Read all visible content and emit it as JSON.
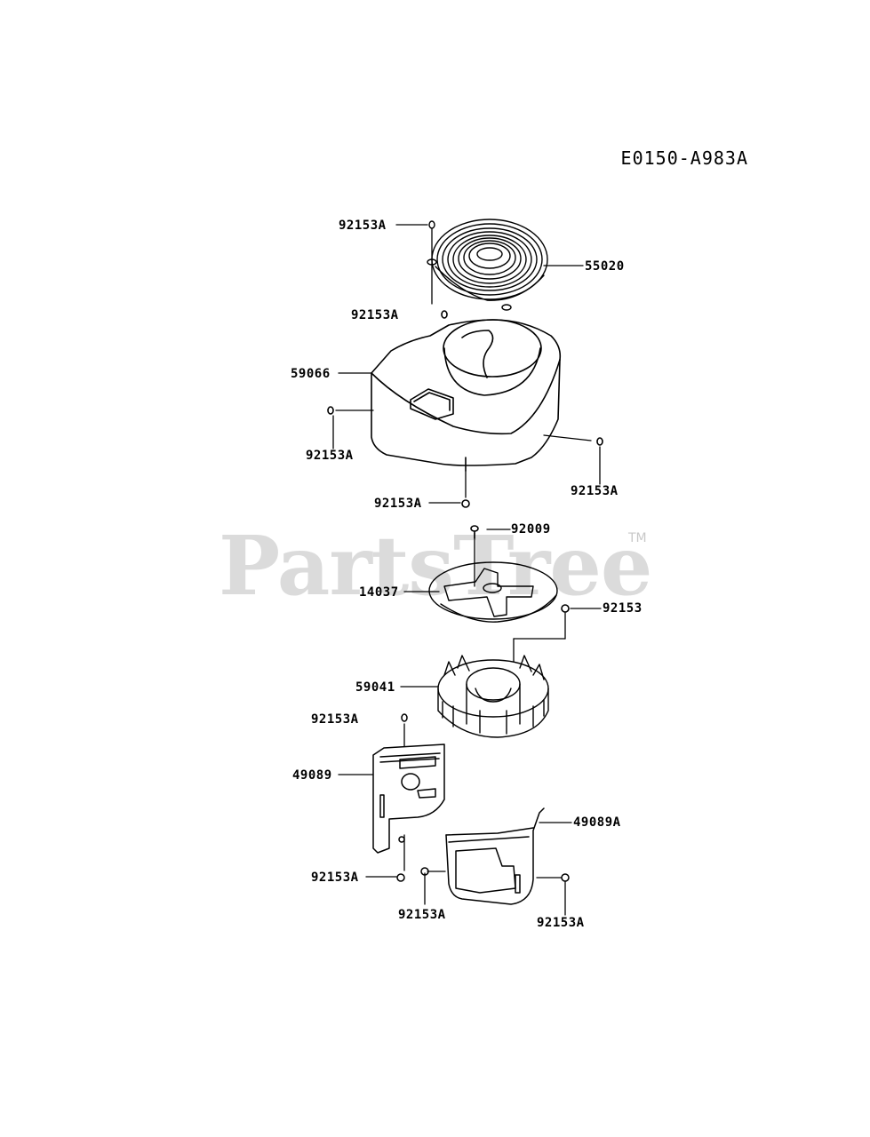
{
  "diagram": {
    "code": "E0150-A983A",
    "watermark": "PartsTree",
    "trademark": "TM",
    "callouts": {
      "screen_bolt_top": "92153A",
      "screen": "55020",
      "housing_bolt_top": "92153A",
      "housing": "59066",
      "housing_bolt_left": "92153A",
      "housing_bolt_right": "92153A",
      "housing_bolt_bottom": "92153A",
      "plate_screw": "92009",
      "plate": "14037",
      "fan_bolt": "92153",
      "fan": "59041",
      "shroud_bolt_top": "92153A",
      "shroud_left": "49089",
      "shroud_right": "49089A",
      "shroud_bolt_bottom_left": "92153A",
      "shroud_bolt_bottom_mid": "92153A",
      "shroud_bolt_bottom_right": "92153A"
    }
  }
}
